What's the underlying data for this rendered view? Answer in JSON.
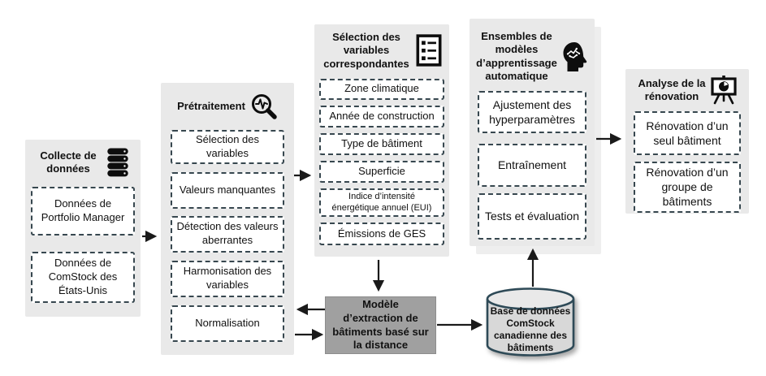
{
  "diagram": {
    "panels": {
      "data_collection": {
        "title": "Collecte de données",
        "icon": "database-icon",
        "items": [
          "Données de Portfolio Manager",
          "Données de ComStock des États-Unis"
        ]
      },
      "preprocessing": {
        "title": "Prétraitement",
        "icon": "magnifier-pulse-icon",
        "items": [
          "Sélection des variables",
          "Valeurs manquantes",
          "Détection des valeurs aberrantes",
          "Harmonisation des variables",
          "Normalisation"
        ]
      },
      "variable_selection": {
        "title": "Sélection des variables correspondantes",
        "icon": "checklist-icon",
        "items": [
          "Zone climatique",
          "Année de construction",
          "Type de bâtiment",
          "Superficie",
          "Indice d’intensité énergétique annuel (EUI)",
          "Émissions de GES"
        ]
      },
      "ml_models": {
        "title": "Ensembles de modèles d’apprentissage automatique",
        "icon": "head-circuit-icon",
        "items": [
          "Ajustement des hyperparamètres",
          "Entraînement",
          "Tests et évaluation"
        ]
      },
      "retrofit_analysis": {
        "title": "Analyse de la rénovation",
        "icon": "presentation-chart-icon",
        "items": [
          "Rénovation d’un seul bâtiment",
          "Rénovation d’un groupe de bâtiments"
        ]
      }
    },
    "nodes": {
      "extraction_model": "Modèle d’extraction de bâtiments basé sur la distance",
      "comstock_database": "Base de données ComStock canadienne des bâtiments"
    },
    "colors": {
      "panel_background": "#e9e9e9",
      "dashed_border": "#37474f",
      "dark_node_background": "#a0a0a0",
      "cylinder_fill": "#d8d8d8",
      "cylinder_stroke": "#2e4a57",
      "arrow": "#1a1a1a",
      "icon": "#0d0d0d"
    }
  }
}
